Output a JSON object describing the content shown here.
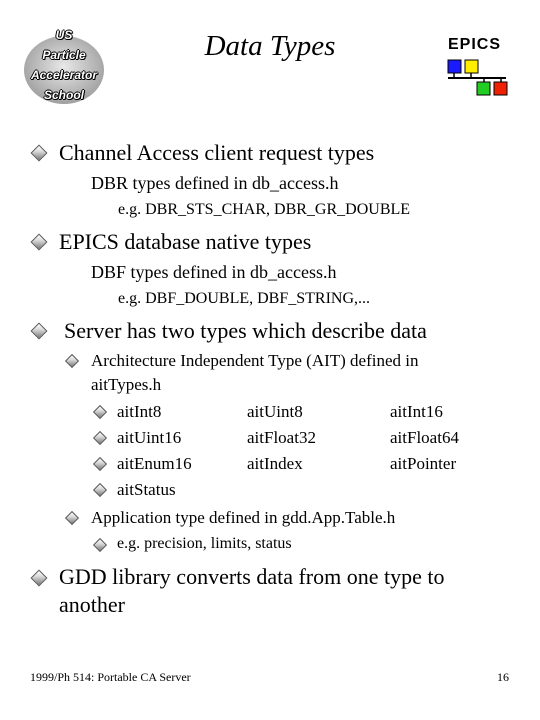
{
  "logo": {
    "lines": [
      "US",
      "Particle",
      "Accelerator",
      "School"
    ]
  },
  "slide_title": "Data Types",
  "epics_logo": {
    "label": "EPICS",
    "colors": {
      "blue": "#1a1aff",
      "yellow": "#ffee00",
      "green": "#22cc22",
      "red": "#ee2200"
    }
  },
  "bullets": {
    "b1": "Channel Access client request types",
    "b1_sub": "DBR types defined in db_access.h",
    "b1_subsub": "e.g. DBR_STS_CHAR, DBR_GR_DOUBLE",
    "b2": "EPICS database native types",
    "b2_sub": "DBF types defined in db_access.h",
    "b2_subsub": "e.g. DBF_DOUBLE, DBF_STRING,...",
    "b3": "Server has two types which describe data",
    "b3_sub1_line1": "Architecture Independent Type (AIT) defined in",
    "b3_sub1_line2": "aitTypes.h",
    "ait_types": {
      "col1": [
        "aitInt8",
        "aitUint16",
        "aitEnum16",
        "aitStatus"
      ],
      "col2": [
        "aitUint8",
        "aitFloat32",
        "aitIndex"
      ],
      "col3": [
        "aitInt16",
        "aitFloat64",
        "aitPointer"
      ]
    },
    "b3_sub2": "Application type defined in gdd.App.Table.h",
    "b3_sub2_item": "e.g. precision, limits, status",
    "b4_line1": "GDD library converts data from one type to",
    "b4_line2": "another"
  },
  "footer": {
    "left": "1999/Ph 514: Portable CA Server",
    "page": "16"
  }
}
